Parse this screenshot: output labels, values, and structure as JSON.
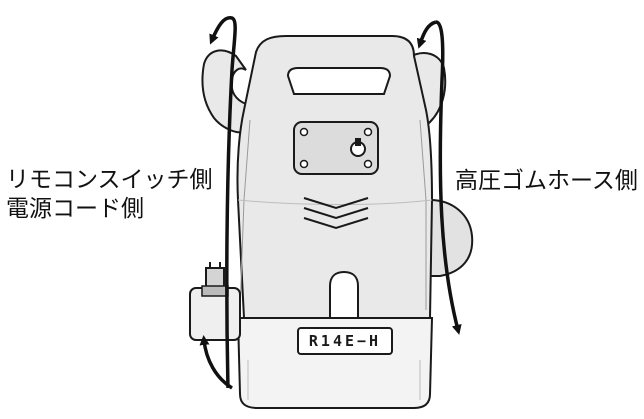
{
  "labels": {
    "left_line1": "リモコンスイッチ側",
    "left_line2": "電源コード側",
    "right": "高圧ゴムホース側"
  },
  "unit": {
    "model": "R14E−H"
  },
  "colors": {
    "body": "#e9e9e9",
    "base": "#f3f3f3",
    "outline": "#1a1a1a",
    "arrow": "#111111"
  }
}
